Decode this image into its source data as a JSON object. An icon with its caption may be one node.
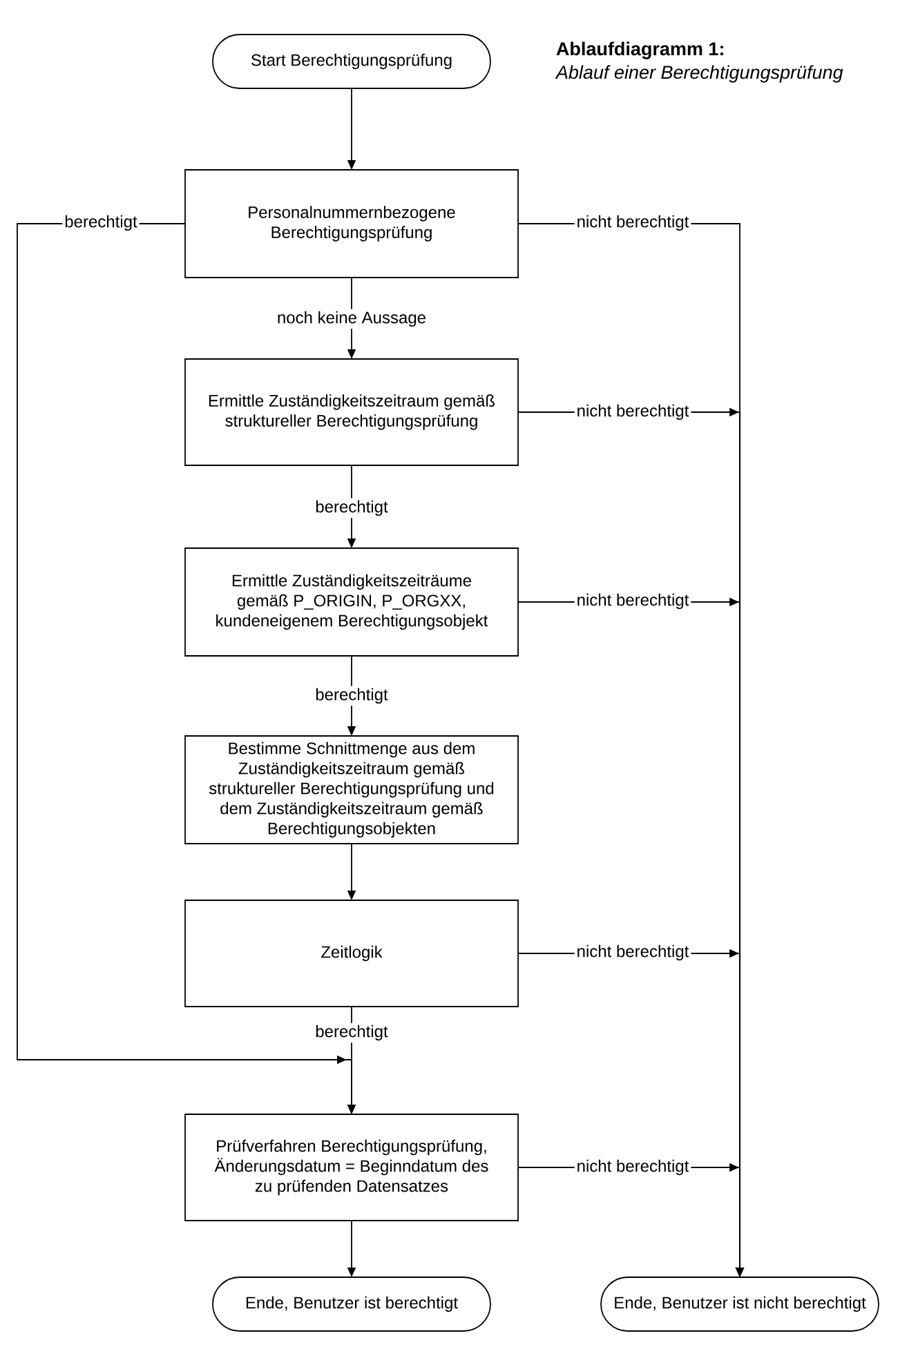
{
  "diagram": {
    "title": "Ablaufdiagramm 1:",
    "nodes": [
      {
        "text": [
          "Start Berechtigungsprüfung"
        ]
      },
      {
        "text": [
          "Personalnummernbezogene Berechtigungsprüfung"
        ]
      },
      {
        "text": [
          "Ermittle Zuständigkeitszeitraum gemäß struktureller Berechtigungsprüfung"
        ]
      },
      {
        "text": [
          "Ermittle Zuständigkeitszeiträume gemäß P_ORIGIN, P_ORGXX, kundeneigenem Berechtigungsobjekt"
        ]
      },
      {
        "text": [
          "Bestimme Schnittmenge aus dem Zuständigkeitszeitraum gemäß struktureller Berechtigungsprüfung und dem Zuständigkeitszeitraum gemäß Berechtigungsobjekten"
        ]
      },
      {
        "text": [
          "Zeitlogik"
        ]
      },
      {
        "text": [
          "Prüfverfahren Berechtigungsprüfung, Änderungsdatum = Beginndatum des zu prüfenden Datensatzes"
        ]
      },
      {
        "text": [
          "Ende, Benutzer ist berechtigt"
        ]
      },
      {
        "text": [
          "Ende, Benutzer ist nicht berechtigt"
        ]
      }
    ],
    "edges": [
      {
        "from": 0,
        "to": 1,
        "arrow": "to"
      },
      {
        "from": 1,
        "to": 2,
        "arrow": "to",
        "label": "noch keine Aussage"
      },
      {
        "from": 1,
        "to": 6,
        "arrow": "to",
        "label": "berechtigt"
      },
      {
        "from": 1,
        "to": 8,
        "arrow": "to",
        "label": "nicht berechtigt"
      },
      {
        "from": 2,
        "to": 3,
        "arrow": "to",
        "label": "berechtigt"
      },
      {
        "from": 2,
        "to": 8,
        "arrow": "to",
        "label": "nicht berechtigt"
      },
      {
        "from": 3,
        "to": 4,
        "arrow": "to",
        "label": "berechtigt"
      },
      {
        "from": 3,
        "to": 8,
        "arrow": "to",
        "label": "nicht berechtigt"
      },
      {
        "from": 4,
        "to": 5,
        "arrow": "to"
      },
      {
        "from": 5,
        "to": 6,
        "arrow": "to",
        "label": "berechtigt"
      },
      {
        "from": 5,
        "to": 8,
        "arrow": "to",
        "label": "nicht berechtigt"
      },
      {
        "from": 6,
        "to": 7,
        "arrow": "to"
      },
      {
        "from": 6,
        "to": 8,
        "arrow": "to",
        "label": "nicht berechtigt"
      }
    ],
    "labels": [
      "Ablauf einer Berechtigungsprüfung"
    ]
  }
}
